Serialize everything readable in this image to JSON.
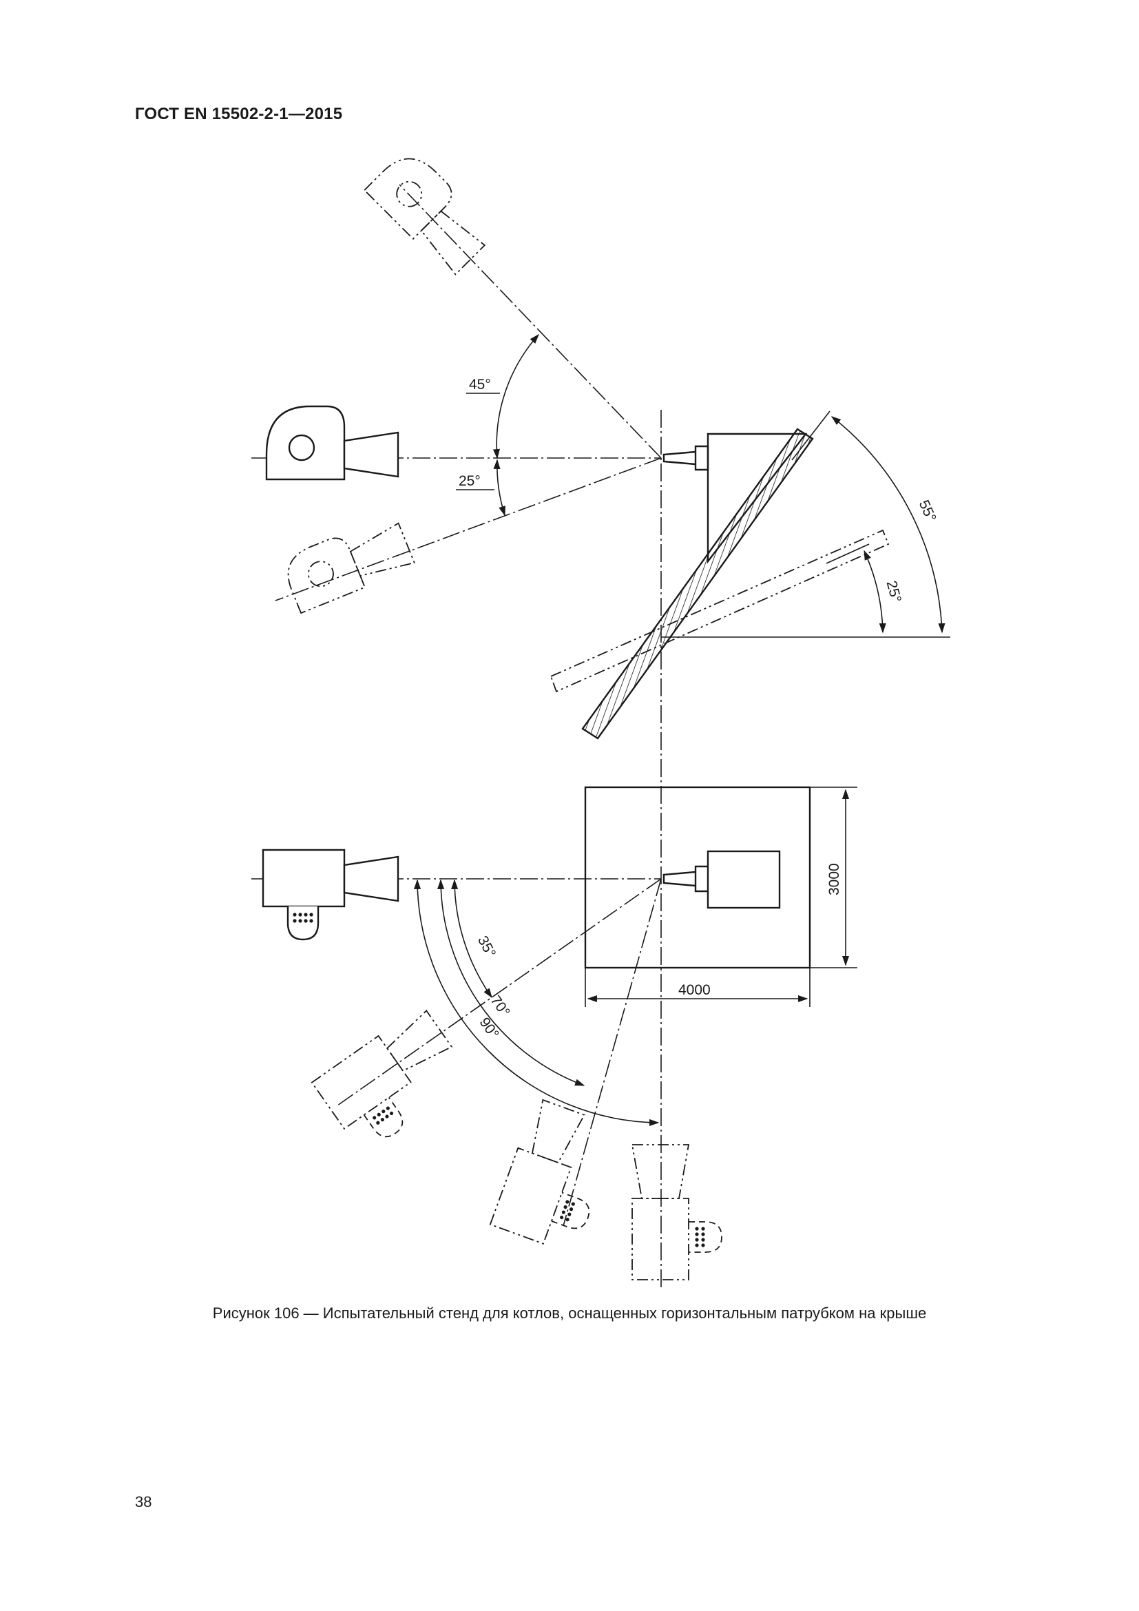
{
  "header": {
    "standard": "ГОСТ EN 15502-2-1—2015"
  },
  "figure": {
    "caption": "Рисунок 106 — Испытательный стенд для котлов, оснащенных горизонтальным патрубком на крыше",
    "angles": {
      "upper_up": "45°",
      "upper_down": "25°",
      "roof_max": "55°",
      "roof_min": "25°",
      "lower_a": "35°",
      "lower_b": "70°",
      "lower_c": "90°"
    },
    "dimensions": {
      "width": "4000",
      "height": "3000"
    }
  },
  "page": {
    "number": "38"
  }
}
